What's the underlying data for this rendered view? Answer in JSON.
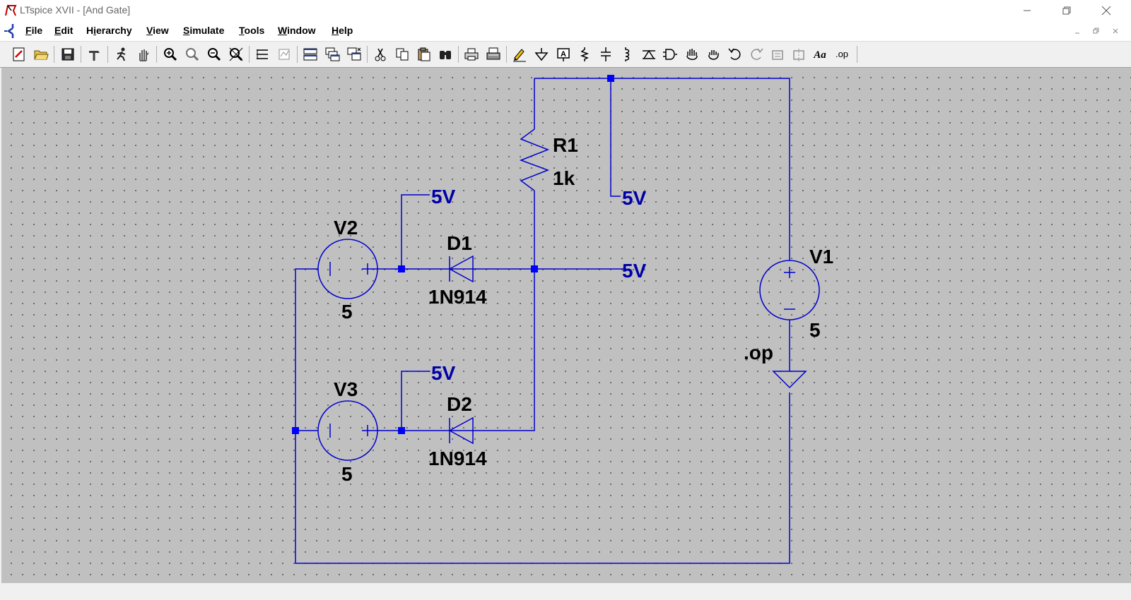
{
  "window": {
    "title": "LTspice XVII - [And Gate]",
    "controls": [
      "minimize-icon",
      "restore-icon",
      "close-icon"
    ]
  },
  "menu": {
    "items": [
      {
        "label": "File",
        "underline": "F"
      },
      {
        "label": "Edit",
        "underline": "E"
      },
      {
        "label": "Hierarchy",
        "underline": "i"
      },
      {
        "label": "View",
        "underline": "V"
      },
      {
        "label": "Simulate",
        "underline": "S"
      },
      {
        "label": "Tools",
        "underline": "T"
      },
      {
        "label": "Window",
        "underline": "W"
      },
      {
        "label": "Help",
        "underline": "H"
      }
    ]
  },
  "toolbar": {
    "op_label": ".op",
    "text_label": "Aa",
    "component_label": "A"
  },
  "schematic": {
    "components": {
      "r1": {
        "name": "R1",
        "value": "1k"
      },
      "d1": {
        "name": "D1",
        "model": "1N914"
      },
      "d2": {
        "name": "D2",
        "model": "1N914"
      },
      "v1": {
        "name": "V1",
        "value": "5"
      },
      "v2": {
        "name": "V2",
        "value": "5"
      },
      "v3": {
        "name": "V3",
        "value": "5"
      }
    },
    "net_labels": {
      "top": "5V",
      "d1_anode": "5V",
      "output": "5V",
      "d2_anode": "5V"
    },
    "directive": ".op",
    "colors": {
      "wire": "#0000cc",
      "net_label": "#0000a8",
      "junction": "#0000ff",
      "canvas": "#c0c0c0"
    }
  }
}
